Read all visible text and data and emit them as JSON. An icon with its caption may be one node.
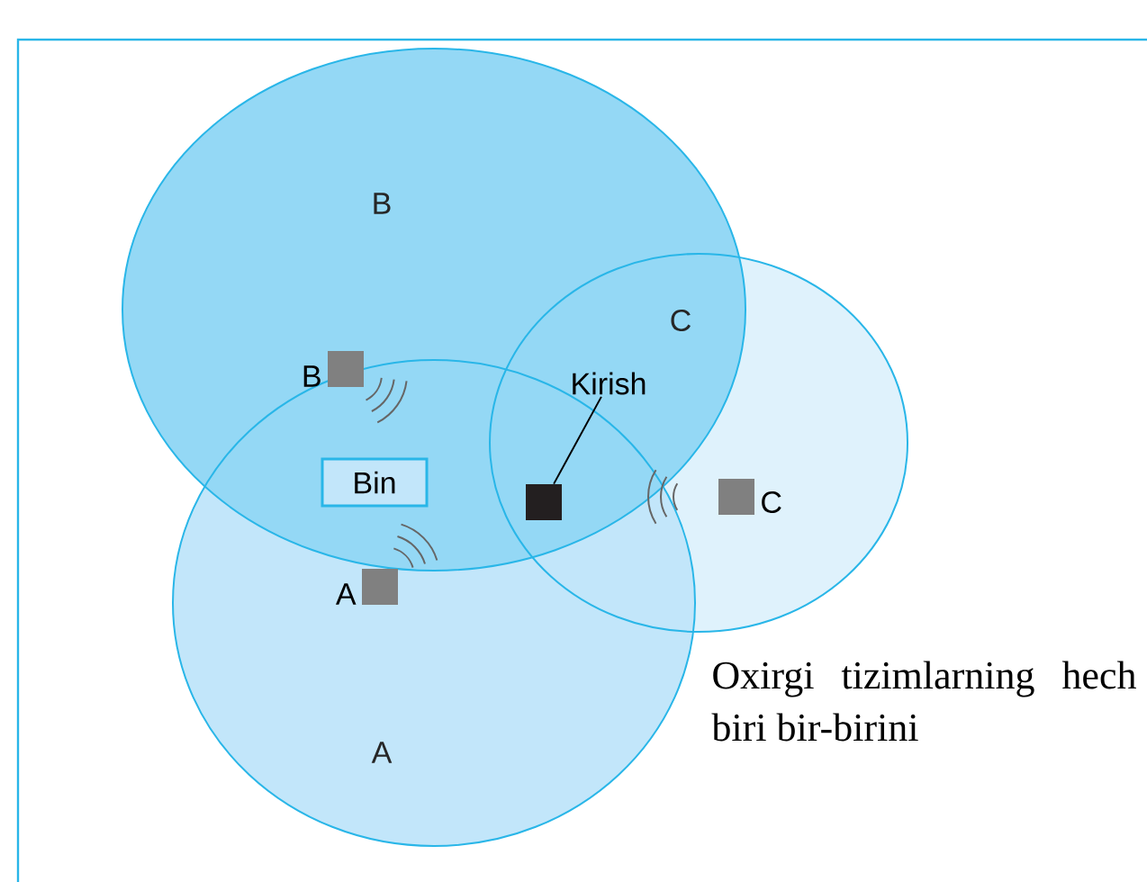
{
  "diagram": {
    "nodes": [
      {
        "text": [
          "B"
        ]
      },
      {
        "text": [
          "C"
        ]
      },
      {
        "text": [
          "A"
        ]
      },
      {
        "text": [
          "Bin"
        ]
      },
      {
        "text": [
          "Kirish"
        ]
      },
      {
        "text": [],
        "shape": "box"
      },
      {
        "text": [],
        "shape": "box",
        "beside": [
          "B"
        ],
        "in": 0
      },
      {
        "text": [],
        "shape": "box",
        "beside": [
          "A"
        ],
        "in": 2
      },
      {
        "text": [],
        "shape": "box",
        "beside": [
          "C"
        ],
        "in": 1
      }
    ],
    "edges": [
      {
        "from": 4,
        "to": 5,
        "arrow": "none"
      }
    ],
    "labels": [
      "Oxirgi tizimlarning hech biri bir-birini"
    ]
  }
}
